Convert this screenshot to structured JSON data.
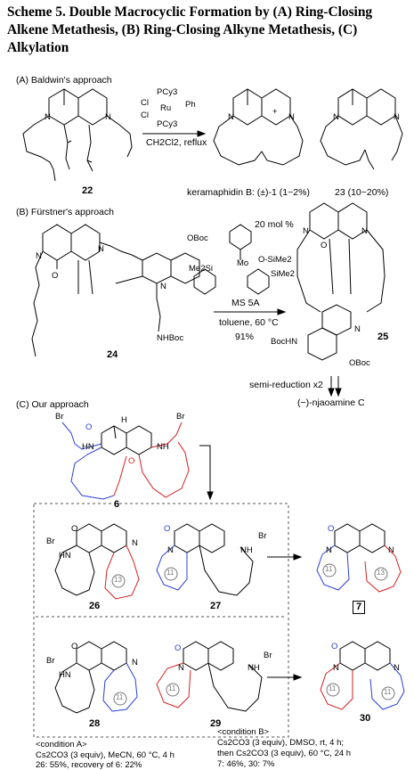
{
  "title": "Scheme 5. Double Macrocyclic Formation by (A) Ring-Closing Alkene Metathesis, (B) Ring-Closing Alkyne Metathesis, (C) Alkylation",
  "sections": {
    "a": "(A) Baldwin's approach",
    "b": "(B) Fürstner's approach",
    "c": "(C) Our approach"
  },
  "compounds": {
    "c22": "22",
    "c1": "keramaphidin B: (±)-1 (1~2%)",
    "c23": "23 (10~20%)",
    "c24": "24",
    "c25": "25",
    "c6": "6",
    "c26": "26",
    "c27": "27",
    "c7": "7",
    "c28": "28",
    "c29": "29",
    "c30": "30",
    "njaoamine": "(−)-njaoamine C"
  },
  "conditions": {
    "a_reagent": "CH2Cl2, reflux",
    "b_cat": "20 mol %",
    "b_ms": "MS 5A",
    "b_solvent": "toluene, 60 °C",
    "b_yield": "91%",
    "semi": "semi-reduction x2",
    "cA_title": "<condition A>",
    "cA_1": "Cs2CO3 (3 equiv), MeCN, 60 °C, 4 h",
    "cA_2": "26: 55%, recovery of 6: 22%",
    "cB_title": "<condition B>",
    "cB_1": "Cs2CO3 (3 equiv), DMSO, rt, 4 h;",
    "cB_2": "then Cs2CO3 (3 equiv), 60 °C, 24 h",
    "cB_3": "7: 46%, 30: 7%"
  },
  "atoms": {
    "N": "N",
    "O": "O",
    "H": "H",
    "Br": "Br",
    "HN": "HN",
    "NH": "NH",
    "OBoc": "OBoc",
    "NHBoc": "NHBoc",
    "BocHN": "BocHN",
    "PCy3": "PCy3",
    "Ph": "Ph",
    "Ru": "Ru",
    "Cl": "Cl",
    "Mo": "Mo",
    "OSiMe2": "O-SiMe2",
    "Me2Si": "Me2Si",
    "SiMe2": "SiMe2"
  },
  "ring_labels": {
    "r11": "11",
    "r13": "13"
  },
  "colors": {
    "blue": "#2a3fd6",
    "red": "#d42020",
    "gray": "#777777"
  }
}
